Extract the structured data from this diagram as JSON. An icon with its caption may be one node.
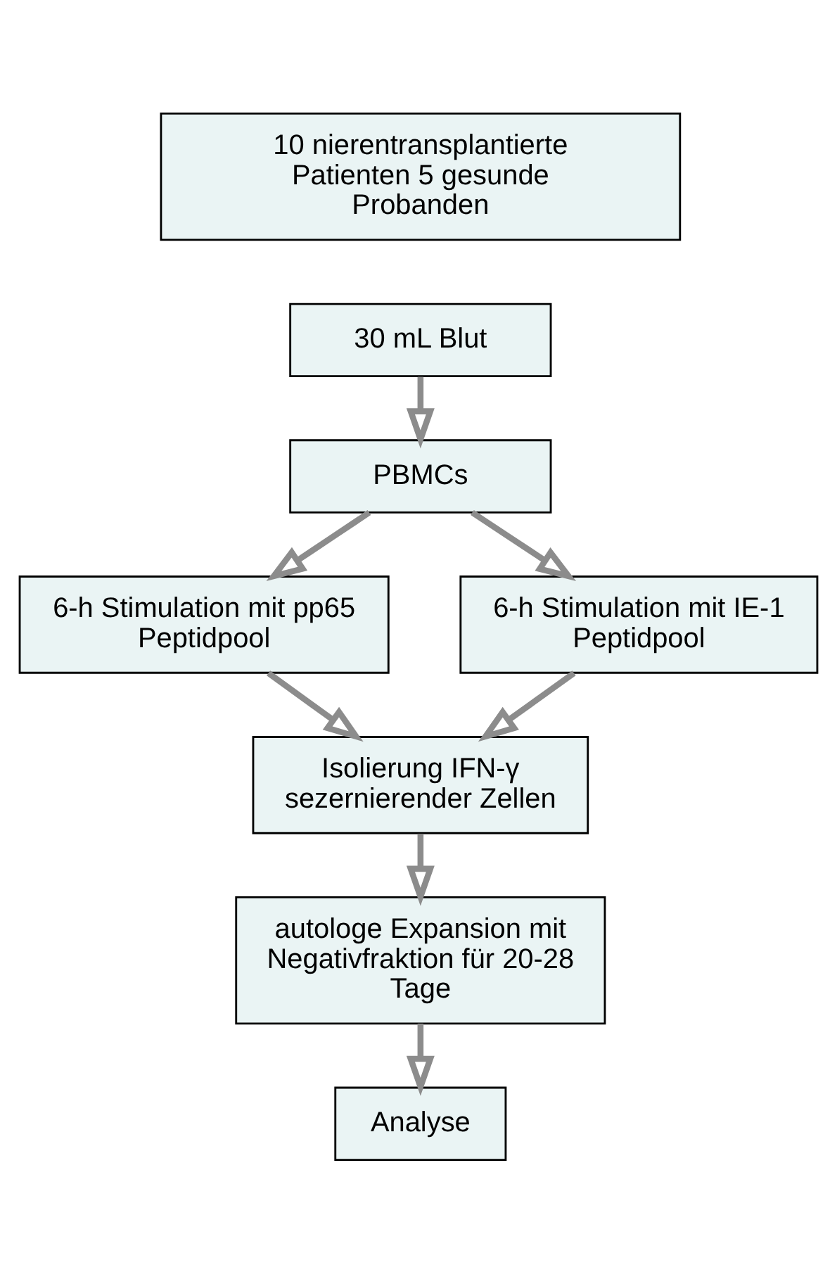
{
  "diagram": {
    "nodes": [
      {
        "text": [
          "10 nierentransplantierte Patienten 5 gesunde Probanden"
        ]
      },
      {
        "text": [
          "30 mL Blut"
        ]
      },
      {
        "text": [
          "PBMCs"
        ]
      },
      {
        "text": [
          "6-h Stimulation mit pp65 Peptidpool"
        ]
      },
      {
        "text": [
          "6-h Stimulation mit IE-1 Peptidpool"
        ]
      },
      {
        "text": [
          "Isolierung IFN-γ sezernierender Zellen"
        ]
      },
      {
        "text": [
          "autologe Expansion mit Negativfraktion für 20-28 Tage"
        ]
      },
      {
        "text": [
          "Analyse"
        ]
      }
    ],
    "edges": [
      {
        "from": 1,
        "to": 2,
        "arrow": "to"
      },
      {
        "from": 2,
        "to": 3,
        "arrow": "to"
      },
      {
        "from": 2,
        "to": 4,
        "arrow": "to"
      },
      {
        "from": 3,
        "to": 5,
        "arrow": "to"
      },
      {
        "from": 4,
        "to": 5,
        "arrow": "to"
      },
      {
        "from": 5,
        "to": 6,
        "arrow": "to"
      },
      {
        "from": 6,
        "to": 7,
        "arrow": "to"
      }
    ]
  }
}
